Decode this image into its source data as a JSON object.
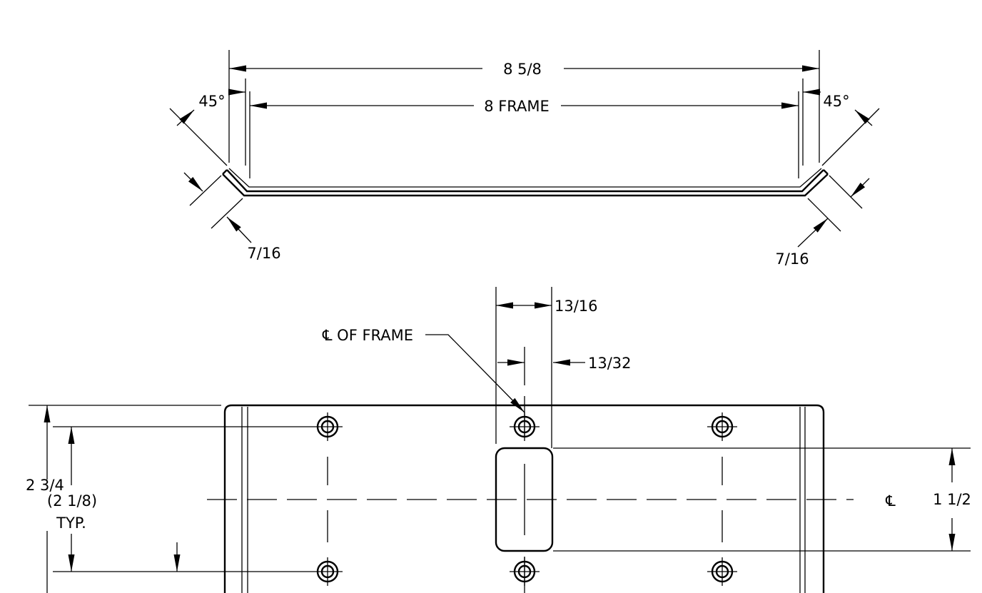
{
  "drawing": {
    "top_view": {
      "overall_width": "8 5/8",
      "frame_width": "8 FRAME",
      "left_angle": "45°",
      "right_angle": "45°",
      "left_flange": "7/16",
      "right_flange": "7/16"
    },
    "front_view": {
      "cutout_width": "13/16",
      "half_cutout_width": "13/32",
      "frame_centerline_label": "℄ OF FRAME",
      "centerline_symbol": "℄",
      "cutout_height": "1 1/2",
      "overall_height": "2 3/4",
      "hole_spacing": "(2 1/8)",
      "hole_spacing_note": "TYP."
    }
  }
}
